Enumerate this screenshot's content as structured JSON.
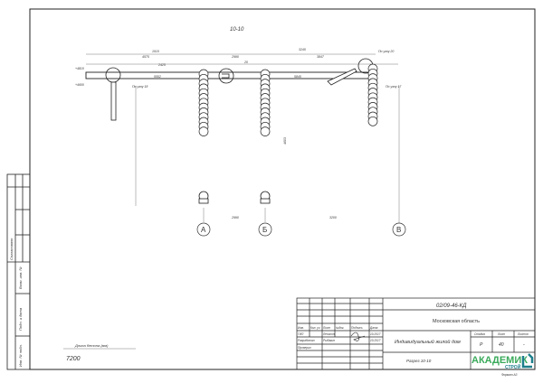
{
  "drawing": {
    "section_title": "10-10",
    "elevations": [
      "+4810",
      "+4600"
    ],
    "dimensions_top": [
      "1010",
      "4575",
      "2425",
      "5552",
      "2990",
      "5845",
      "3245",
      "3847"
    ],
    "dimensions_bottom": [
      "2990",
      "3200"
    ],
    "height_dimension": "4603",
    "node_refs": [
      "По узлу 18",
      "По узлу 20",
      "По узлу 17",
      "20"
    ],
    "axes": [
      "А",
      "Б",
      "В"
    ]
  },
  "bottom_left": {
    "length_label": "Длина бетона (мм)",
    "length_value": "7200"
  },
  "side_strip": {
    "labels": [
      "Согласовано",
      "Взам. инв. №",
      "Подп. и дата",
      "Инв. № подл."
    ]
  },
  "title_block": {
    "code": "02/09-46-КД",
    "region": "Московская область",
    "object": "Индивидуальный жилой дом",
    "sheet_title": "Разрез 10-10",
    "headers": [
      "Изм.",
      "Кол. уч.",
      "Лист",
      "№док.",
      "Подпись",
      "Дата"
    ],
    "rows": [
      [
        "ГИП",
        "Ленисон",
        "",
        "10.2017"
      ],
      [
        "Разработал",
        "Рыбакин",
        "",
        "10.2017"
      ],
      [
        "Проверил",
        "",
        "",
        ""
      ]
    ],
    "stage_header": "Стадия",
    "sheet_header": "Лист",
    "sheets_header": "Листов",
    "stage": "Р",
    "sheet": "40",
    "sheets": "-",
    "logo_text_1": "АКАДЕМИК",
    "logo_text_2": "СТРОЙ",
    "format": "Формат А3"
  },
  "colors": {
    "logo_green": "#3aaa5a",
    "logo_teal": "#1e7f8c",
    "line": "#222222"
  }
}
